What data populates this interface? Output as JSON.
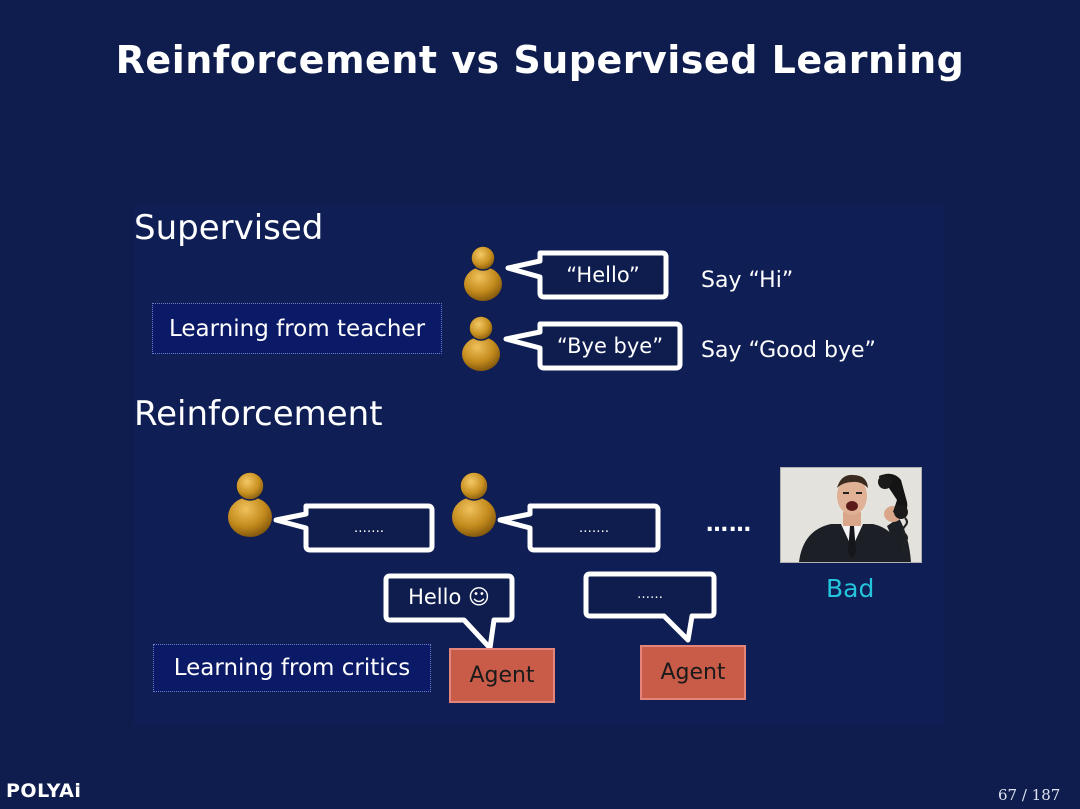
{
  "slide": {
    "title": "Reinforcement vs Supervised Learning",
    "page": "67 / 187",
    "logo": "POLYAi"
  },
  "supervised": {
    "heading": "Supervised",
    "method": "Learning from teacher",
    "rows": [
      {
        "utterance": "“Hello”",
        "response": "Say “Hi”"
      },
      {
        "utterance": "“Bye bye”",
        "response": "Say “Good bye”"
      }
    ]
  },
  "reinforcement": {
    "heading": "Reinforcement",
    "method": "Learning from critics",
    "user_bubbles": [
      "…….",
      "……."
    ],
    "agent_bubbles": [
      "Hello ☺",
      "……"
    ],
    "agent_label": "Agent",
    "ellipsis": "……",
    "feedback": "Bad"
  },
  "icons": {
    "person": "person-icon",
    "photo": "angry-man-phone-photo"
  },
  "colors": {
    "background": "#0e1d4e",
    "agent_box": "#c95b49",
    "bad_label": "#23c4dc",
    "person_gold": "#c8901f"
  }
}
